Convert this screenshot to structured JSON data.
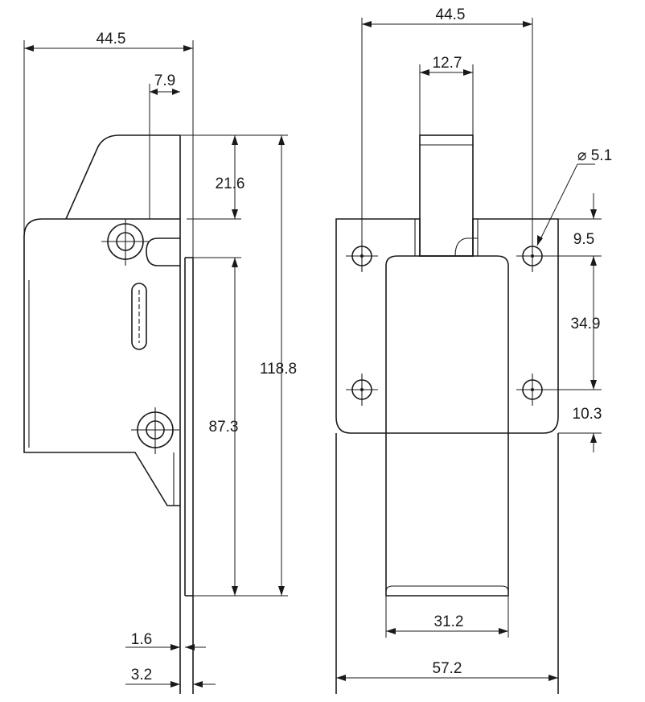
{
  "side_view": {
    "overall_width": "44.5",
    "slot_width": "7.9",
    "top_offset": "21.6",
    "hole_spacing": "87.3",
    "overall_height": "118.8",
    "plate_thickness": "1.6",
    "total_thickness": "3.2"
  },
  "front_view": {
    "top_width": "44.5",
    "tongue_width": "12.7",
    "hole_diameter": "⌀ 5.1",
    "hole_top_offset": "9.5",
    "hole_spacing": "34.9",
    "hole_bottom_offset": "10.3",
    "body_width": "31.2",
    "overall_width": "57.2"
  }
}
